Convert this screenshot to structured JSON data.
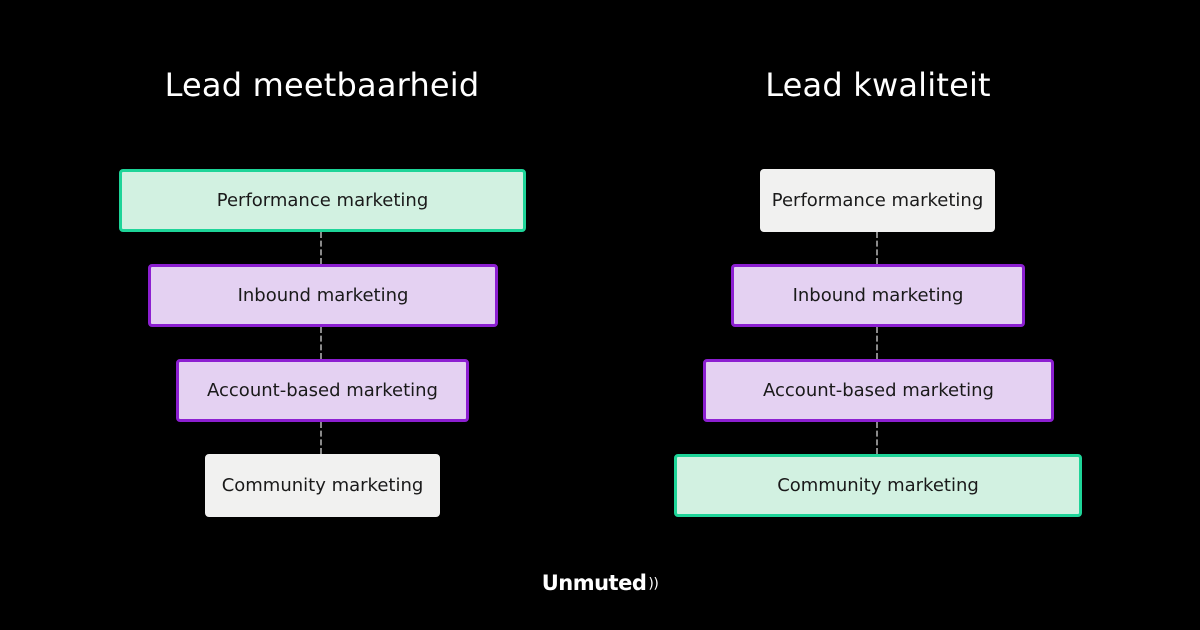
{
  "left": {
    "title": "Lead meetbaarheid",
    "items": [
      {
        "label": "Performance marketing",
        "style": "green"
      },
      {
        "label": "Inbound marketing",
        "style": "purple"
      },
      {
        "label": "Account-based marketing",
        "style": "purple"
      },
      {
        "label": "Community marketing",
        "style": "grey"
      }
    ]
  },
  "right": {
    "title": "Lead kwaliteit",
    "items": [
      {
        "label": "Performance marketing",
        "style": "grey"
      },
      {
        "label": "Inbound marketing",
        "style": "purple"
      },
      {
        "label": "Account-based marketing",
        "style": "purple"
      },
      {
        "label": "Community marketing",
        "style": "green"
      }
    ]
  },
  "brand": {
    "name": "Unmuted",
    "mark": "sound-wave-icon"
  },
  "colors": {
    "background": "#000000",
    "green_fill": "#d2f1e1",
    "green_border": "#1ed498",
    "purple_fill": "#e4d1f2",
    "purple_border": "#8c1fd1",
    "grey_fill": "#f1f1f0",
    "connector": "#8a8a8a"
  }
}
